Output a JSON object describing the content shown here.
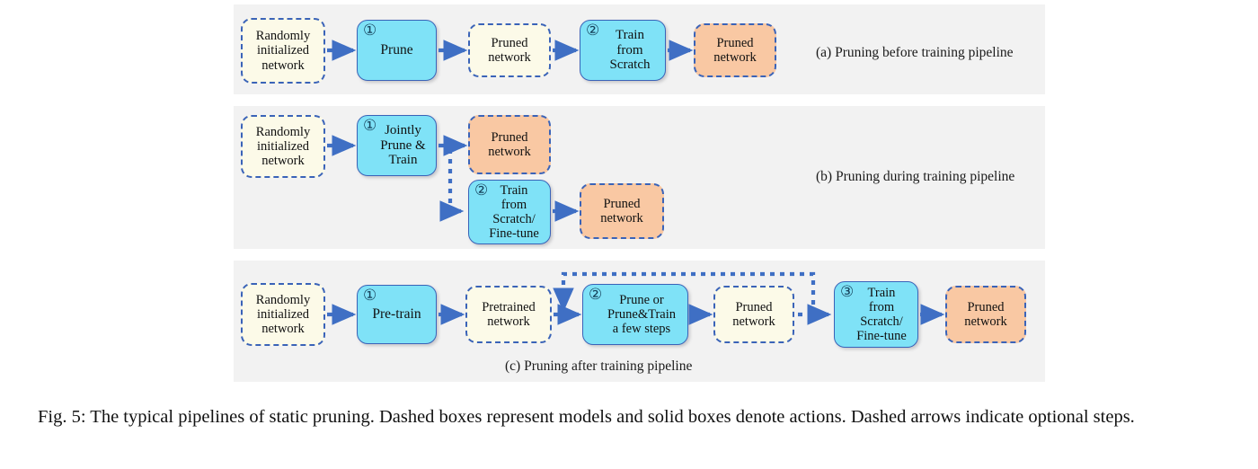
{
  "figure": {
    "caption": "Fig. 5: The typical pipelines of static pruning. Dashed boxes represent models and solid boxes denote actions. Dashed arrows indicate optional steps.",
    "accent_arrow_color": "#3f6fc4",
    "panel_background": "#f2f2f2",
    "model_box_color": "#fcfae8",
    "model_output_color": "#f9c8a3",
    "action_box_color": "#7fe2f7",
    "border_color": "#3a63b8"
  },
  "panels": [
    {
      "id": "a",
      "subcaption": "(a) Pruning before training pipeline",
      "nodes": [
        {
          "id": "a1",
          "label": "Randomly\ninitialized\nnetwork",
          "kind": "model-cream",
          "step": ""
        },
        {
          "id": "a2",
          "label": "Prune",
          "kind": "action",
          "step": "①"
        },
        {
          "id": "a3",
          "label": "Pruned\nnetwork",
          "kind": "model-cream",
          "step": ""
        },
        {
          "id": "a4",
          "label": "Train\nfrom\nScratch",
          "kind": "action",
          "step": "②"
        },
        {
          "id": "a5",
          "label": "Pruned\nnetwork",
          "kind": "model-orange",
          "step": ""
        }
      ]
    },
    {
      "id": "b",
      "subcaption": "(b) Pruning during training pipeline",
      "nodes": [
        {
          "id": "b1",
          "label": "Randomly\ninitialized\nnetwork",
          "kind": "model-cream",
          "step": ""
        },
        {
          "id": "b2",
          "label": "Jointly\nPrune &\nTrain",
          "kind": "action",
          "step": "①"
        },
        {
          "id": "b3",
          "label": "Pruned\nnetwork",
          "kind": "model-orange",
          "step": ""
        },
        {
          "id": "b4",
          "label": "Train\nfrom\nScratch/\nFine-tune",
          "kind": "action",
          "step": "②"
        },
        {
          "id": "b5",
          "label": "Pruned\nnetwork",
          "kind": "model-orange",
          "step": ""
        }
      ]
    },
    {
      "id": "c",
      "subcaption": "(c) Pruning after training pipeline",
      "nodes": [
        {
          "id": "c1",
          "label": "Randomly\ninitialized\nnetwork",
          "kind": "model-cream",
          "step": ""
        },
        {
          "id": "c2",
          "label": "Pre-train",
          "kind": "action",
          "step": "①"
        },
        {
          "id": "c3",
          "label": "Pretrained\nnetwork",
          "kind": "model-cream",
          "step": ""
        },
        {
          "id": "c4",
          "label": "Prune or\nPrune&Train\na few steps",
          "kind": "action",
          "step": "②"
        },
        {
          "id": "c5",
          "label": "Pruned\nnetwork",
          "kind": "model-cream",
          "step": ""
        },
        {
          "id": "c6",
          "label": "Train\nfrom\nScratch/\nFine-tune",
          "kind": "action",
          "step": "③"
        },
        {
          "id": "c7",
          "label": "Pruned\nnetwork",
          "kind": "model-orange",
          "step": ""
        }
      ]
    }
  ]
}
